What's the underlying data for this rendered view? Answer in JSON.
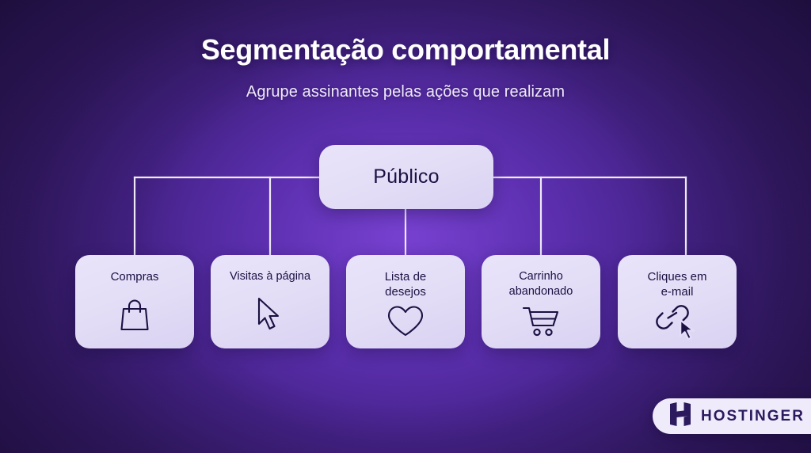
{
  "slide": {
    "title": "Segmentação comportamental",
    "subtitle": "Agrupe assinantes pelas ações que realizam"
  },
  "diagram": {
    "root": {
      "label": "Público",
      "icon": "none"
    },
    "children": [
      {
        "label": "Compras",
        "icon": "shopping-bag-icon"
      },
      {
        "label": "Visitas à página",
        "icon": "cursor-arrow-icon"
      },
      {
        "label": "Lista de\ndesejos",
        "icon": "heart-icon"
      },
      {
        "label": "Carrinho\nabandonado",
        "icon": "shopping-cart-icon"
      },
      {
        "label": "Cliques em\ne-mail",
        "icon": "link-cursor-icon"
      }
    ]
  },
  "branding": {
    "wordmark": "HOSTINGER",
    "logo_icon": "hostinger-h-icon"
  },
  "colors": {
    "background_dark": "#21134d",
    "background_glow": "#5b2fa8",
    "card_fill": "#e3ddf7",
    "card_text": "#1c1142",
    "connector": "#efeaf9",
    "title_text": "#ffffff",
    "badge_fill": "#efebfb",
    "badge_text": "#2b1a5e"
  }
}
